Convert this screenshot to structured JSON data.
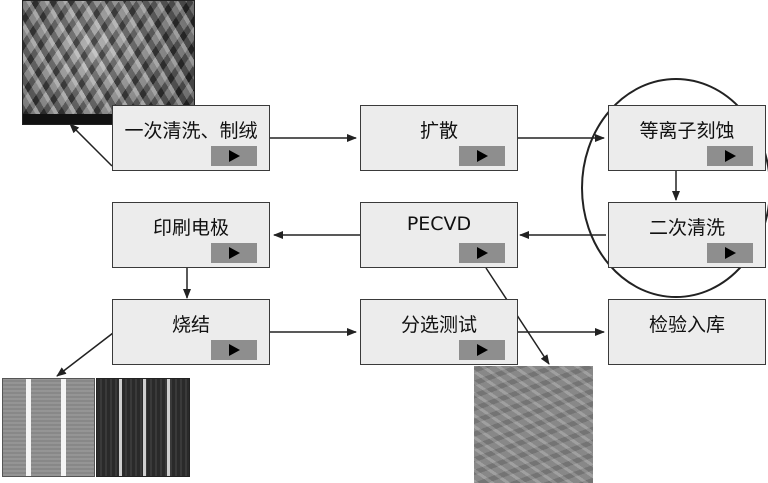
{
  "steps": {
    "texturing": "一次清洗、制绒",
    "diffusion": "扩散",
    "plasma_etch": "等离子刻蚀",
    "second_clean": "二次清洗",
    "pecvd": "PECVD",
    "printing": "印刷电极",
    "sintering": "烧结",
    "sorting": "分选测试",
    "warehousing": "检验入库"
  },
  "colors": {
    "box_fill": "#ececec",
    "box_border": "#3a3a3a",
    "play_button": "#8e8e8e",
    "arrow": "#222222"
  },
  "icons": {
    "play": "play-icon"
  }
}
